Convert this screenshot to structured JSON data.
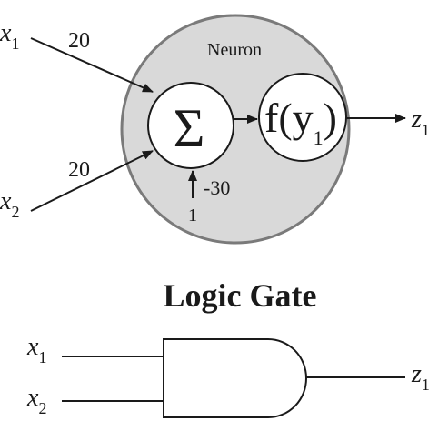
{
  "neuron": {
    "label": "Neuron",
    "fill_color": "#d9d9d9",
    "border_color": "#7a7a7a",
    "sum_symbol": "Σ",
    "activation_label": "f(y",
    "activation_subscript": "1",
    "activation_close": ")",
    "bias_weight": "-30",
    "bias_input": "1"
  },
  "inputs": [
    {
      "var": "x",
      "sub": "1",
      "weight": "20"
    },
    {
      "var": "x",
      "sub": "2",
      "weight": "20"
    }
  ],
  "output": {
    "var": "z",
    "sub": "1"
  },
  "logic_gate": {
    "title": "Logic Gate",
    "inputs": [
      {
        "var": "x",
        "sub": "1"
      },
      {
        "var": "x",
        "sub": "2"
      }
    ],
    "output": {
      "var": "z",
      "sub": "1"
    }
  }
}
